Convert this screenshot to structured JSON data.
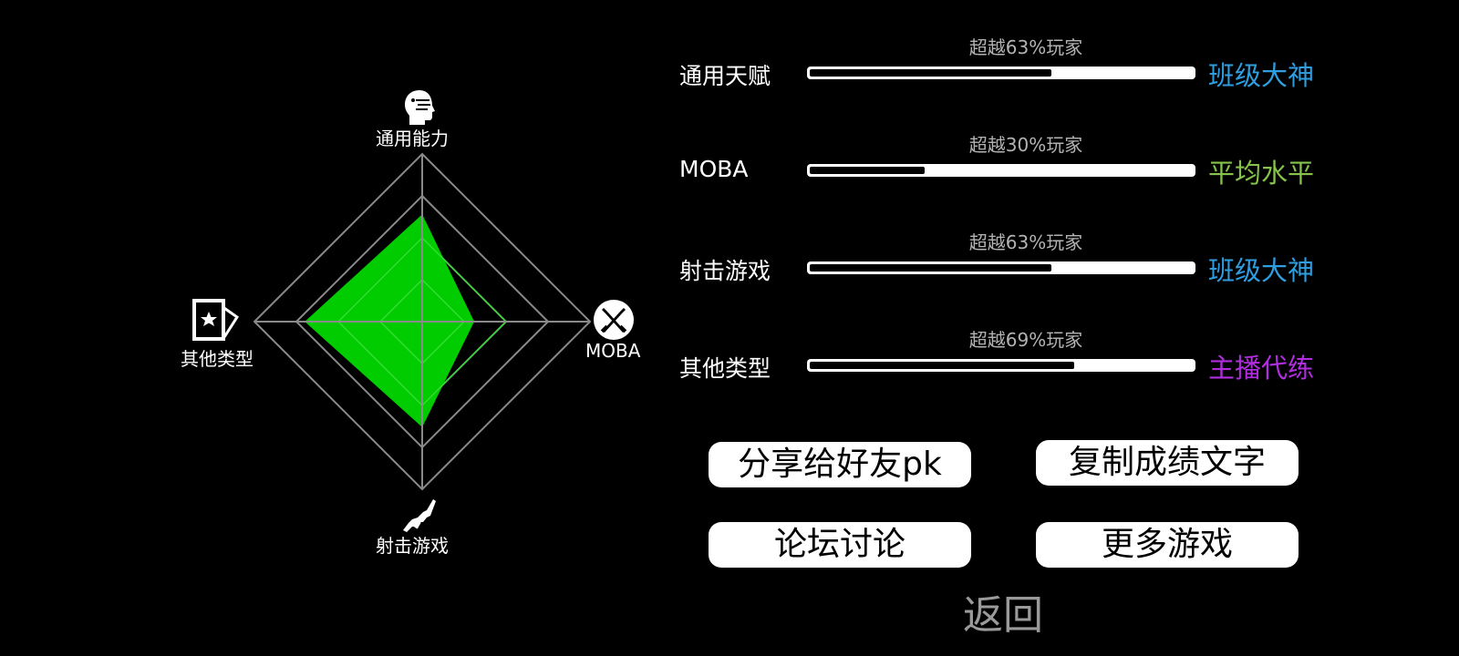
{
  "radar": {
    "axes": [
      {
        "label": "通用能力",
        "icon": "head-profile-icon",
        "value": 0.64
      },
      {
        "label": "MOBA",
        "icon": "crossed-swords-icon",
        "value": 0.31
      },
      {
        "label": "射击游戏",
        "icon": "rifle-icon",
        "value": 0.63
      },
      {
        "label": "其他类型",
        "icon": "star-cards-icon",
        "value": 0.7
      }
    ],
    "fill_color": "#00cc00",
    "grid_color": "#8a8a8a"
  },
  "stats": [
    {
      "name": "通用天赋",
      "caption": "超越63%玩家",
      "fill": 0.63,
      "rank": "班级大神",
      "rank_color": "#2f9ee0"
    },
    {
      "name": "MOBA",
      "caption": "超越30%玩家",
      "fill": 0.3,
      "rank": "平均水平",
      "rank_color": "#86c34a"
    },
    {
      "name": "射击游戏",
      "caption": "超越63%玩家",
      "fill": 0.63,
      "rank": "班级大神",
      "rank_color": "#2f9ee0"
    },
    {
      "name": "其他类型",
      "caption": "超越69%玩家",
      "fill": 0.69,
      "rank": "主播代练",
      "rank_color": "#b02ee0"
    }
  ],
  "buttons": {
    "share": "分享给好友pk",
    "copy": "复制成绩文字",
    "forum": "论坛讨论",
    "more_games": "更多游戏",
    "back": "返回"
  }
}
